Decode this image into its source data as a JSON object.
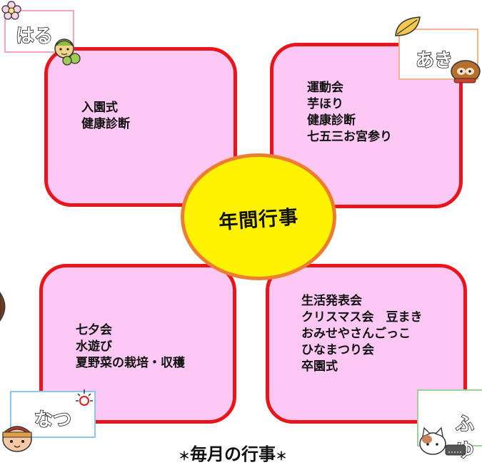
{
  "center": {
    "label": "年間行事"
  },
  "seasons": {
    "spring": {
      "tag": "はる",
      "events": "入園式\n健康診断"
    },
    "autumn": {
      "tag": "あき",
      "events": "運動会\n芋ほり\n健康診断\n七五三お宮参り"
    },
    "summer": {
      "tag": "なつ",
      "events": "七夕会\n水遊び\n夏野菜の栽培・収穫"
    },
    "winter": {
      "tag": "ふゆ",
      "events": "生活発表会\nクリスマス会　豆まき\nおみせやさんごっこ\nひなまつり会\n卒園式"
    }
  },
  "footer": {
    "title": "毎月の行事",
    "star": "＊"
  },
  "colors": {
    "petal_fill": "#fdc9f4",
    "petal_border": "#e8151b",
    "center_fill": "#fff200",
    "center_border": "#ed7d31"
  }
}
